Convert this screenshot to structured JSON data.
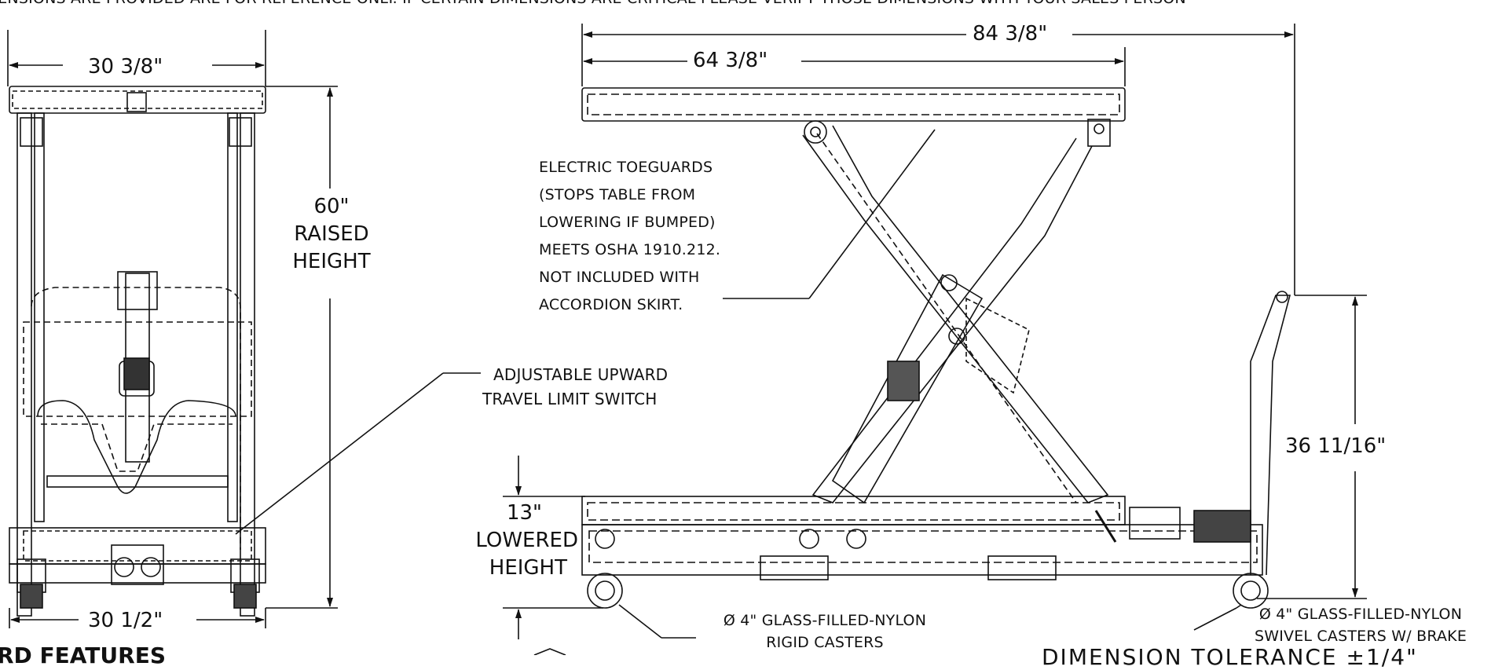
{
  "header_note": "DIMENSIONS ARE PROVIDED ARE FOR REFERENCE ONLY. IF CERTAIN DIMENSIONS ARE CRITICAL PLEASE VERIFY THOSE DIMENSIONS WITH YOUR SALES PERSON",
  "end_view": {
    "top_width": "30 3/8\"",
    "bottom_width": "30 1/2\"",
    "raised_height": [
      "60\"",
      "RAISED",
      "HEIGHT"
    ],
    "callout_limit_switch": [
      "ADJUSTABLE UPWARD",
      "TRAVEL LIMIT SWITCH"
    ]
  },
  "side_view": {
    "overall_length": "84 3/8\"",
    "table_length": "64 3/8\"",
    "handle_height": "36 11/16\"",
    "lowered_height": [
      "13\"",
      "LOWERED",
      "HEIGHT"
    ],
    "callout_toeguards": [
      "ELECTRIC TOEGUARDS",
      "(STOPS TABLE FROM",
      "LOWERING IF BUMPED)",
      "MEETS OSHA 1910.212.",
      "NOT INCLUDED WITH",
      "ACCORDION SKIRT."
    ],
    "callout_rigid": [
      "Ø 4\" GLASS-FILLED-NYLON",
      "RIGID CASTERS"
    ],
    "callout_swivel": [
      "Ø 4\" GLASS-FILLED-NYLON",
      "SWIVEL CASTERS W/ BRAKE"
    ]
  },
  "footer": {
    "left_heading": "RD FEATURES",
    "right_heading": "DIMENSION TOLERANCE ±1/4\""
  }
}
